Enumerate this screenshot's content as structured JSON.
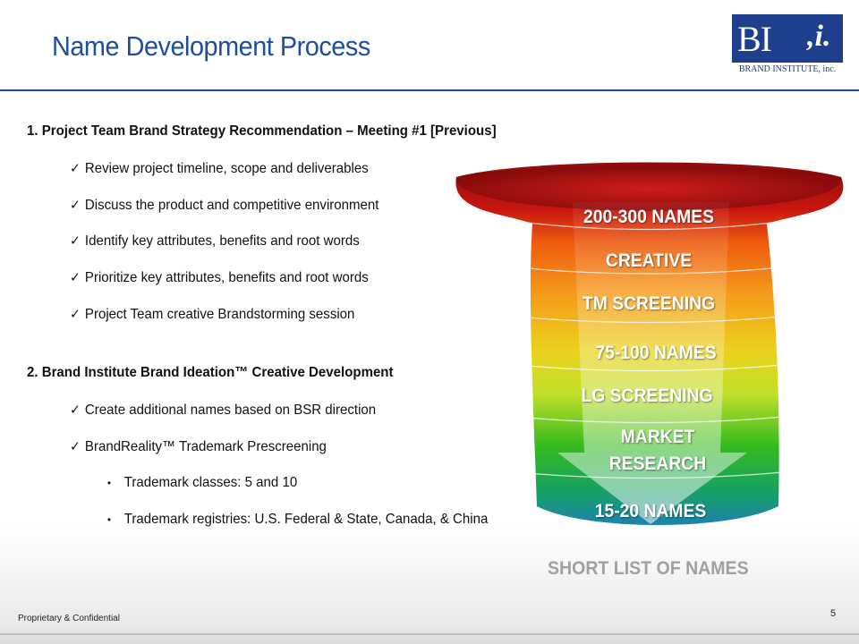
{
  "slide": {
    "title": "Name Development Process",
    "page_number": "5",
    "footer": "Proprietary & Confidential"
  },
  "logo": {
    "letters": "BI",
    "mark": ",i.",
    "tagline": "BRAND INSTITUTE, inc."
  },
  "section1": {
    "heading": "1.  Project Team Brand Strategy Recommendation – Meeting #1 [Previous]",
    "items": [
      "Review project timeline, scope and deliverables",
      "Discuss the product and competitive environment",
      "Identify key attributes, benefits and root words",
      "Prioritize key attributes, benefits and root words",
      "Project Team creative Brandstorming session"
    ]
  },
  "section2": {
    "heading": "2.  Brand Institute Brand Ideation™ Creative Development",
    "items": [
      "Create additional names based on BSR  direction",
      "BrandReality™ Trademark Prescreening"
    ],
    "sub_items": [
      "Trademark classes: 5 and 10",
      "Trademark registries: U.S. Federal & State, Canada, & China"
    ]
  },
  "funnel": {
    "stages": [
      "200-300 NAMES",
      "CREATIVE",
      "TM SCREENING",
      "75-100 NAMES",
      "LG SCREENING",
      "MARKET\nRESEARCH",
      "15-20 NAMES"
    ],
    "result": "SHORT LIST OF NAMES",
    "colors": [
      "#b30f0f",
      "#ee5a10",
      "#f5a21a",
      "#ecd21c",
      "#c8e02a",
      "#3fbf1e",
      "#1fa55a",
      "#1e88a8"
    ]
  },
  "icons": {
    "check": "checkmark-icon",
    "bullet": "bullet-icon",
    "arrow": "down-arrow-icon"
  }
}
